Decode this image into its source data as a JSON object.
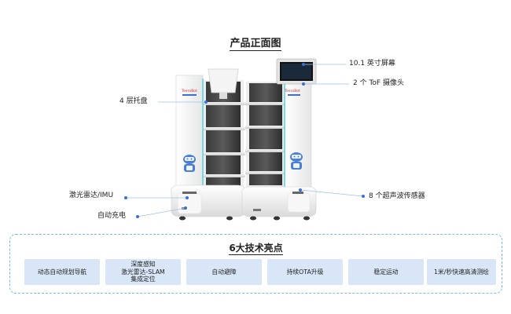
{
  "title": "产品正面图",
  "callouts": {
    "screen": "10.1 英寸屏幕",
    "camera": "2 个 ToF 摄像头",
    "trays": "4 层托盘",
    "lidar": "激光雷达/IMU",
    "charging": "自动充电",
    "ultrasonic": "8 个超声波传感器"
  },
  "robot_brand_label": "TeeroBot",
  "highlights": {
    "title": "6大技术亮点",
    "items": [
      {
        "label": "动态自动规划导航"
      },
      {
        "label": "深度感知\n激光雷达-SLAM\n集成定位"
      },
      {
        "label": "自动避障"
      },
      {
        "label": "持续OTA升级"
      },
      {
        "label": "稳定运动"
      },
      {
        "label": "1米/秒快速高清测绘"
      }
    ]
  },
  "colors": {
    "accent": "#7fb6e6",
    "box": "#d8e6f7",
    "dot": "#3d6fd0",
    "glow": "#39d1e6"
  }
}
